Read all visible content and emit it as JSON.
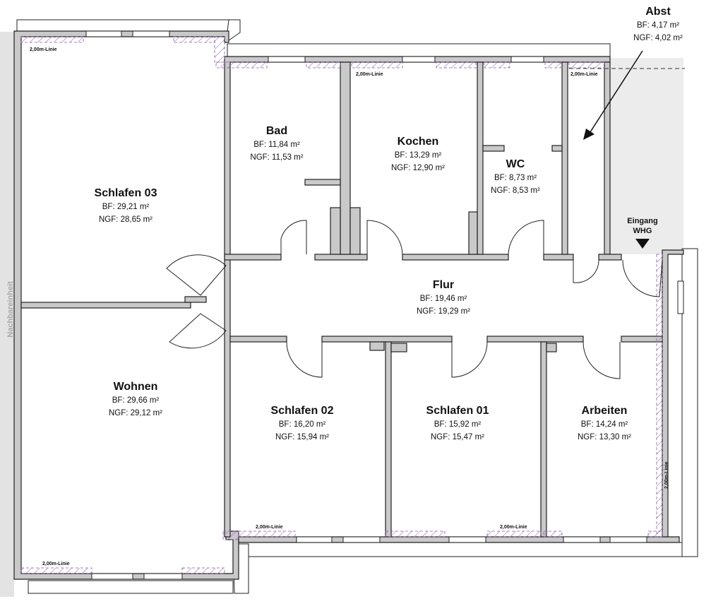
{
  "neighbor_label": "Nachbareinheit",
  "entrance": {
    "line1": "Eingang",
    "line2": "WHG"
  },
  "limit_line_label": "2,00m-Linie",
  "rooms": {
    "abst": {
      "name": "Abst",
      "bf": "BF: 4,17 m²",
      "ngf": "NGF: 4,02 m²"
    },
    "bad": {
      "name": "Bad",
      "bf": "BF: 11,84 m²",
      "ngf": "NGF: 11,53 m²"
    },
    "kochen": {
      "name": "Kochen",
      "bf": "BF: 13,29 m²",
      "ngf": "NGF: 12,90 m²"
    },
    "wc": {
      "name": "WC",
      "bf": "BF: 8,73 m²",
      "ngf": "NGF: 8,53 m²"
    },
    "schlafen03": {
      "name": "Schlafen 03",
      "bf": "BF: 29,21 m²",
      "ngf": "NGF: 28,65 m²"
    },
    "flur": {
      "name": "Flur",
      "bf": "BF: 19,46 m²",
      "ngf": "NGF: 19,29 m²"
    },
    "wohnen": {
      "name": "Wohnen",
      "bf": "BF: 29,66 m²",
      "ngf": "NGF: 29,12 m²"
    },
    "schlafen02": {
      "name": "Schlafen 02",
      "bf": "BF: 16,20 m²",
      "ngf": "NGF: 15,94 m²"
    },
    "schlafen01": {
      "name": "Schlafen 01",
      "bf": "BF: 15,92 m²",
      "ngf": "NGF: 15,47 m²"
    },
    "arbeiten": {
      "name": "Arbeiten",
      "bf": "BF: 14,24 m²",
      "ngf": "NGF: 13,30 m²"
    }
  }
}
